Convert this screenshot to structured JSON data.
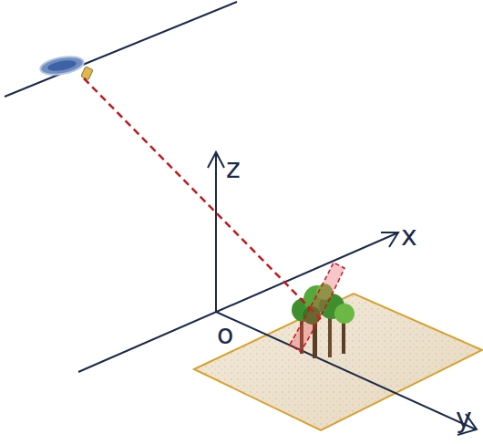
{
  "diagram": {
    "labels": [
      "z",
      "x",
      "o",
      "y"
    ]
  }
}
